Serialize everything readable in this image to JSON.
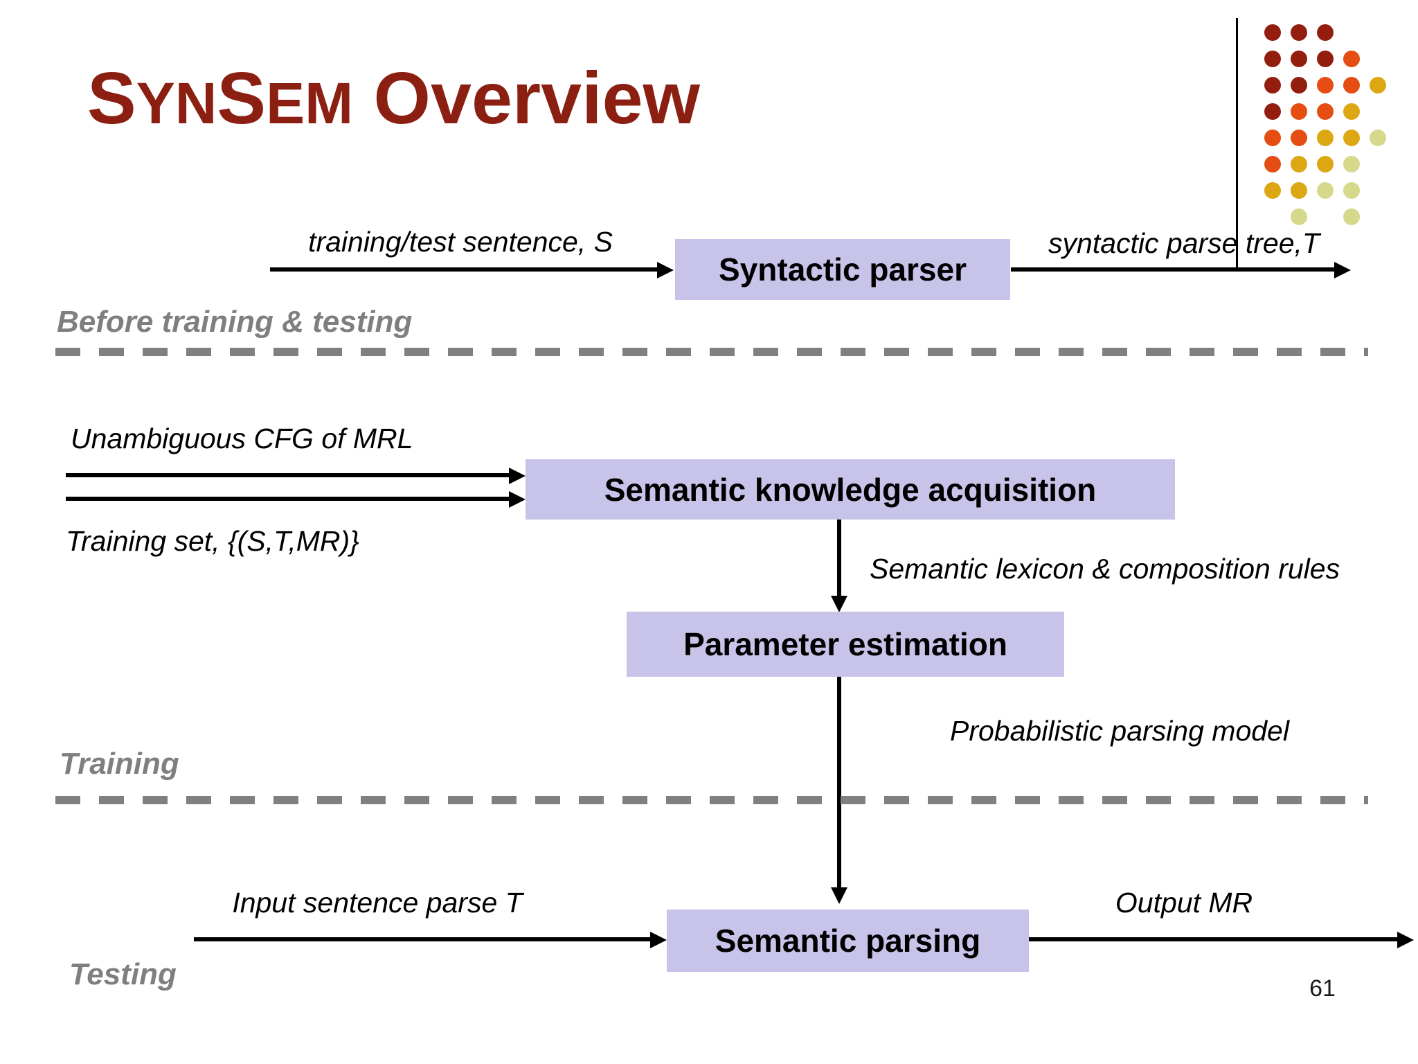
{
  "slide": {
    "page_number": "61"
  },
  "title": {
    "full": "SYNSEM Overview",
    "parts": {
      "p1": "S",
      "p2": "YN",
      "p3": "S",
      "p4": "EM",
      "p5": " Overview"
    }
  },
  "phases": {
    "before": "Before training & testing",
    "training": "Training",
    "testing": "Testing"
  },
  "boxes": {
    "syntactic_parser": "Syntactic parser",
    "semantic_knowledge_acquisition": "Semantic knowledge acquisition",
    "parameter_estimation": "Parameter estimation",
    "semantic_parsing": "Semantic parsing"
  },
  "flow_labels": {
    "training_test_sentence": "training/test sentence, S",
    "syntactic_parse_tree": "syntactic parse tree,T",
    "unambiguous_cfg": "Unambiguous CFG of MRL",
    "training_set": "Training set, {(S,T,MR)}",
    "semantic_lexicon": "Semantic lexicon & composition rules",
    "probabilistic_parsing_model": "Probabilistic parsing model",
    "input_sentence_parse": "Input sentence parse T",
    "output_mr": "Output MR"
  },
  "colors": {
    "title": "#8B2012",
    "box_fill": "#C7C3E9",
    "phase_label": "#7F7F7F",
    "divider": "#808080",
    "arrow": "#000000",
    "dot_dark": "#931E0F",
    "dot_orange": "#E54D12",
    "dot_gold": "#DCA713",
    "dot_pale": "#D6D98C"
  },
  "decoration": {
    "dot_grid": [
      [
        "dark",
        "dark",
        "dark",
        null,
        null
      ],
      [
        "dark",
        "dark",
        "dark",
        "orange",
        null
      ],
      [
        "dark",
        "dark",
        "orange",
        "orange",
        "gold"
      ],
      [
        "dark",
        "orange",
        "orange",
        "gold",
        null
      ],
      [
        "orange",
        "orange",
        "gold",
        "gold",
        "pale"
      ],
      [
        "orange",
        "gold",
        "gold",
        "pale",
        null
      ],
      [
        "gold",
        "gold",
        "pale",
        "pale",
        null
      ],
      [
        null,
        "pale",
        null,
        "pale",
        null
      ]
    ]
  }
}
